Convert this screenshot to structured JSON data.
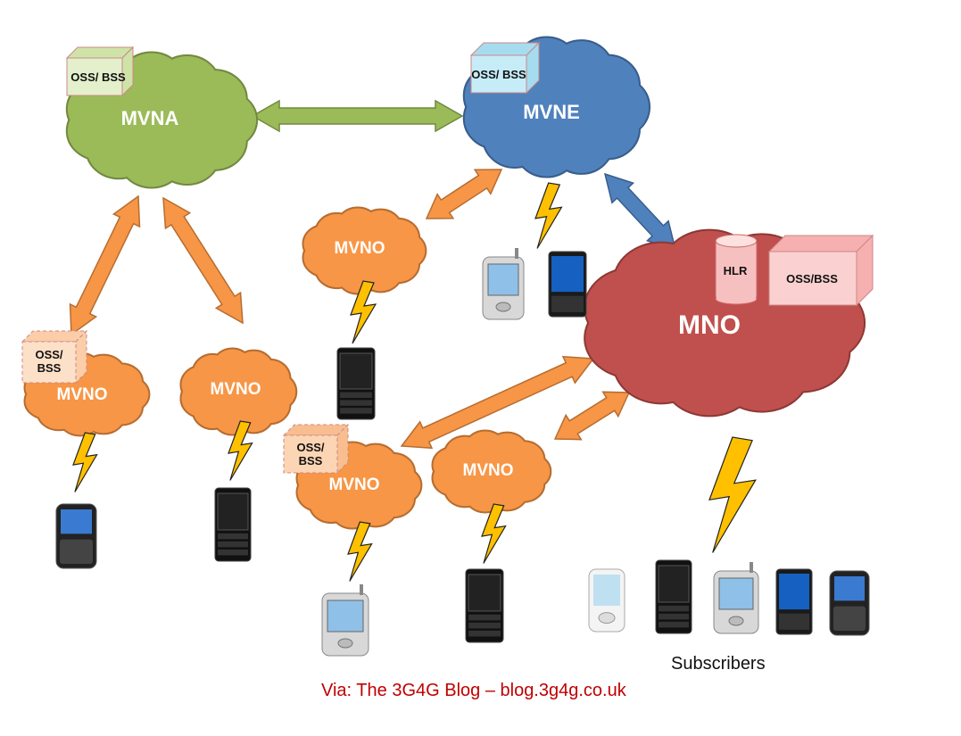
{
  "nodes": {
    "mvna": {
      "label": "MVNA",
      "color": "#9bbb59",
      "stroke": "#71893f"
    },
    "mvne": {
      "label": "MVNE",
      "color": "#4f81bd",
      "stroke": "#385d8a"
    },
    "mno": {
      "label": "MNO",
      "color": "#c0504d",
      "stroke": "#8c3836"
    },
    "mvno": {
      "label": "MVNO",
      "color": "#f79646",
      "stroke": "#b66d31"
    }
  },
  "boxes": {
    "oss_bss_short": "OSS/ BSS",
    "oss_bss_mno": "OSS/BSS",
    "hlr": "HLR"
  },
  "subscribers_label": "Subscribers",
  "caption": "Via: The 3G4G Blog – blog.3g4g.co.uk",
  "colors": {
    "lightning": "#ffc000",
    "arrow_orange": "#f79646",
    "arrow_green": "#9bbb59",
    "arrow_blue": "#4f81bd",
    "caption": "#c00000"
  }
}
